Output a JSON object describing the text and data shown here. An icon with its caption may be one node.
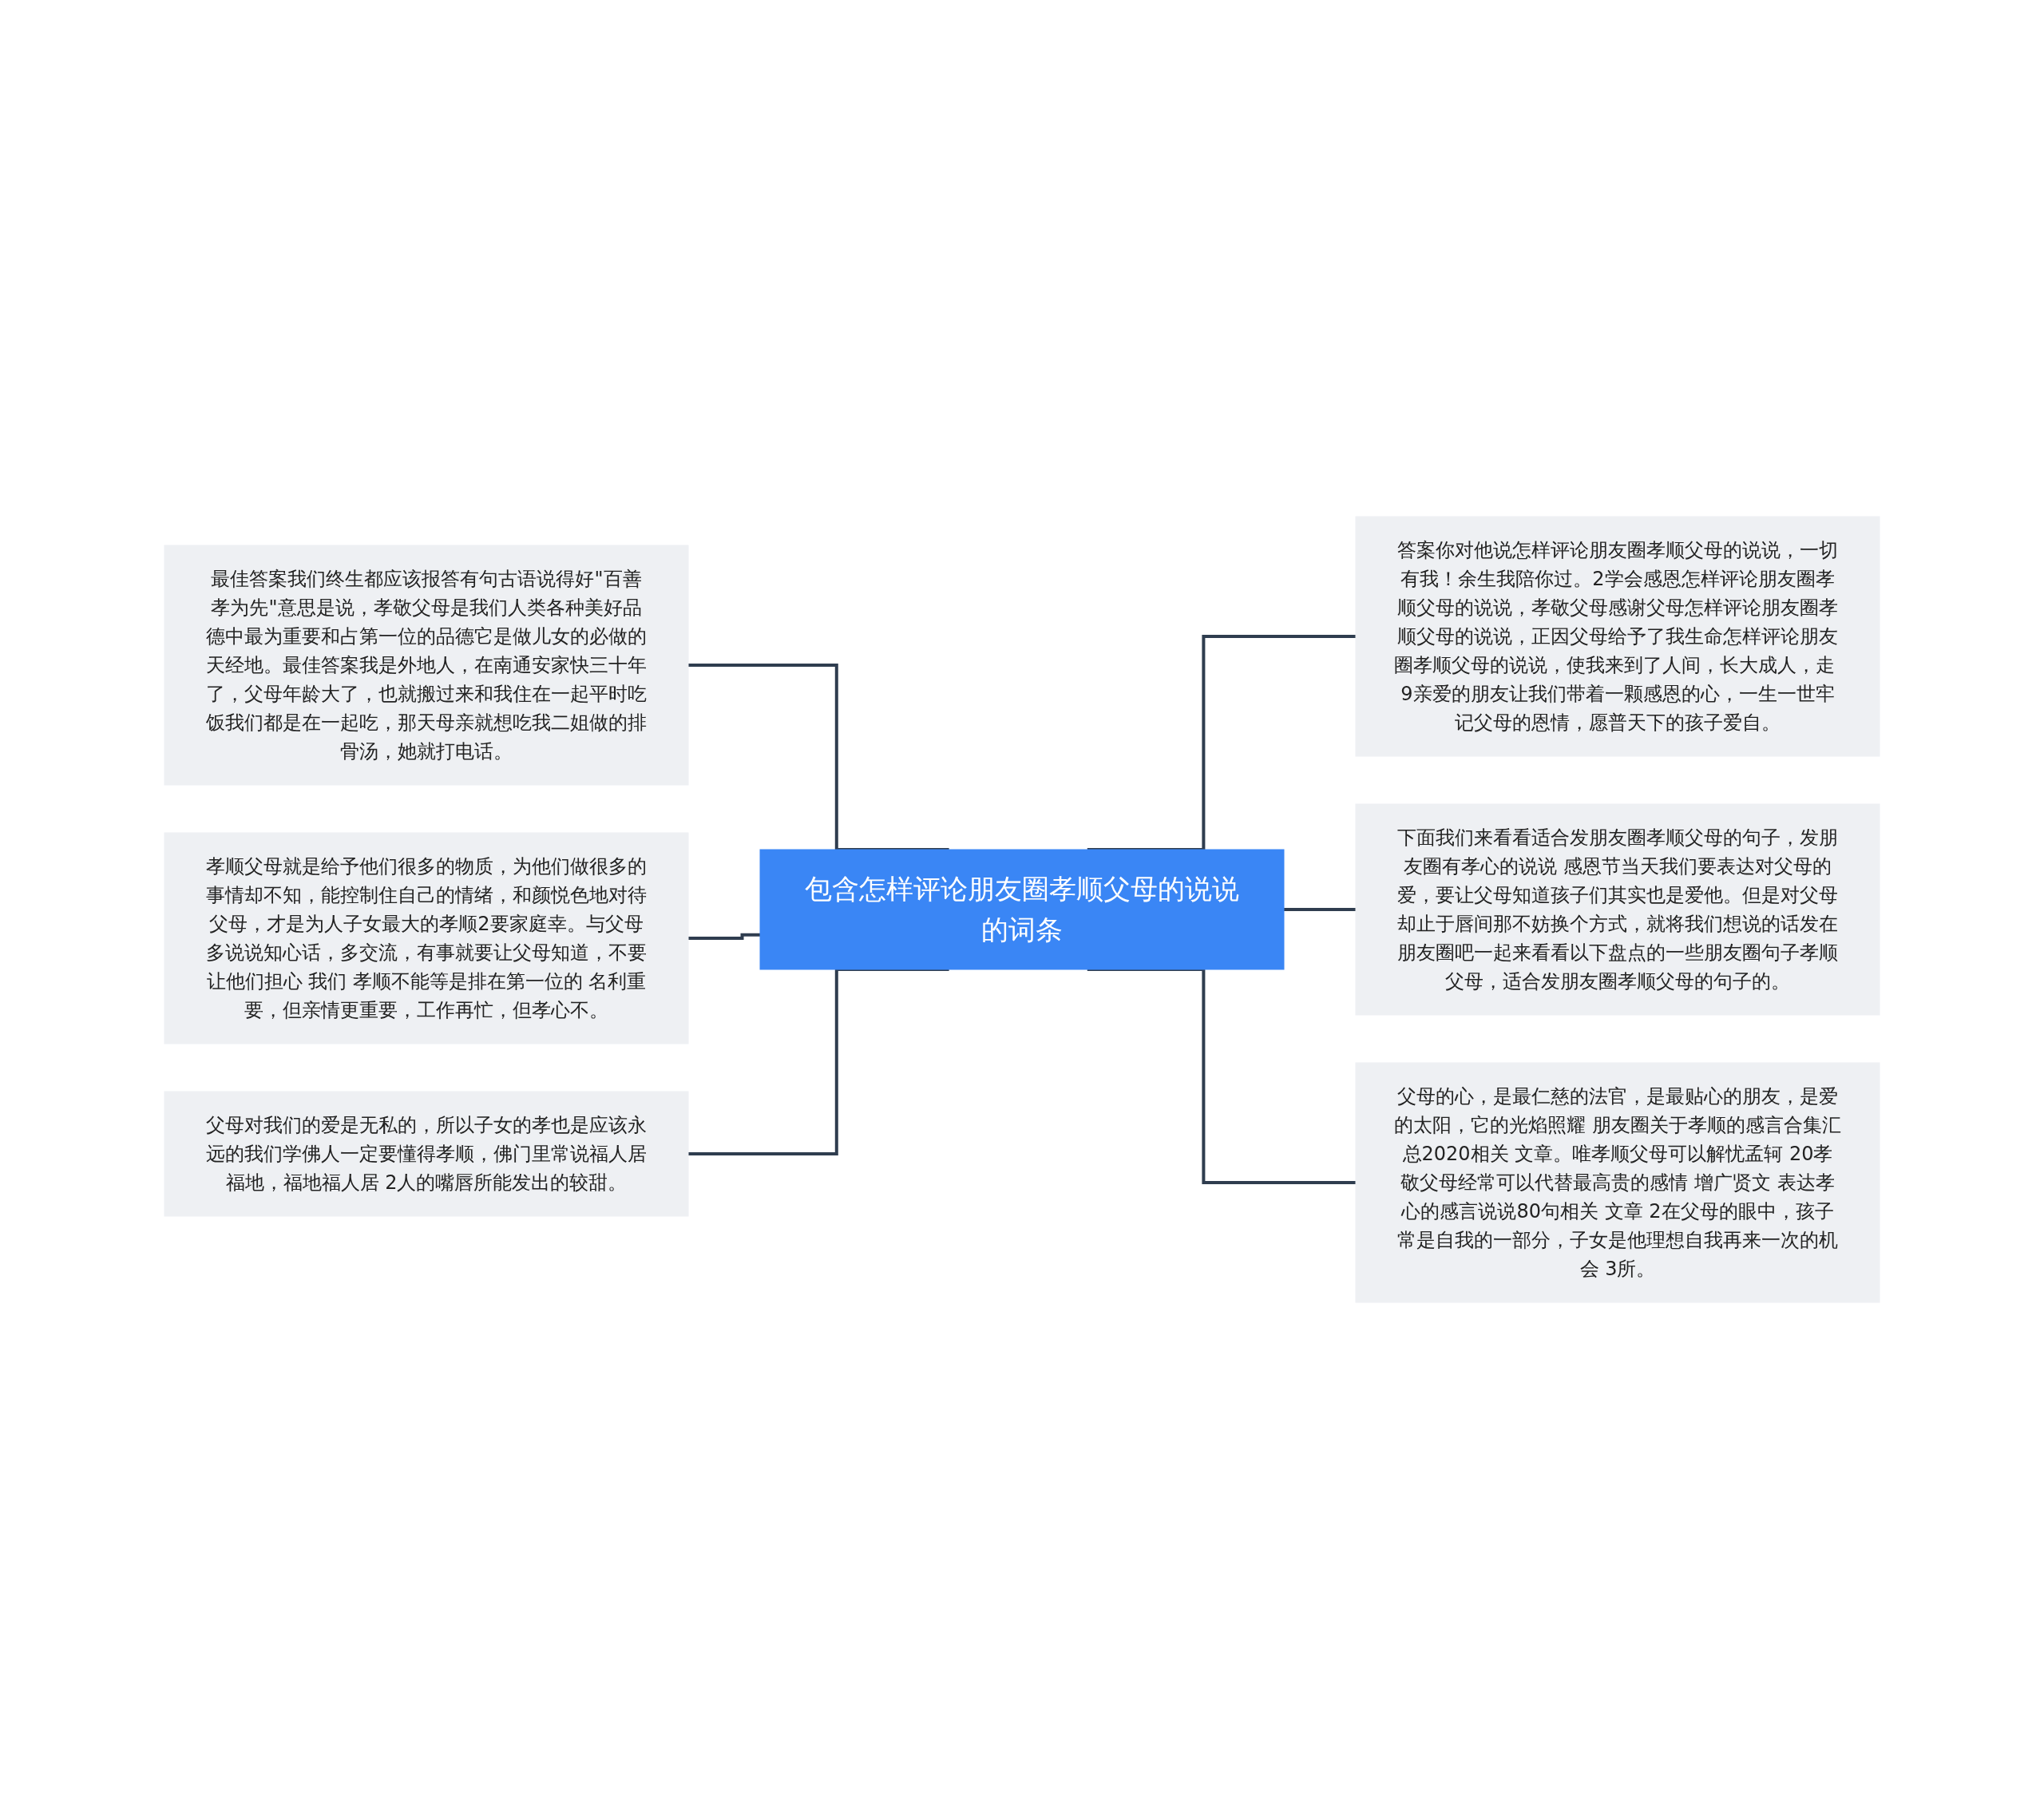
{
  "diagram": {
    "nodes": [
      {
        "text": [
          "包含怎样评论朋友圈孝顺父母的说说的词条"
        ]
      },
      {
        "text": [
          "最佳答案我们终生都应该报答有句古语说得好\"百善孝为先\"意思是说，孝敬父母是我们人类各种美好品德中最为重要和占第一位的品德它是做儿女的必做的天经地。最佳答案我是外地人，在南通安家快三十年了，父母年龄大了，也就搬过来和我住在一起平时吃饭我们都是在一起吃，那天母亲就想吃我二姐做的排骨汤，她就打电话。"
        ]
      },
      {
        "text": [
          "孝顺父母就是给予他们很多的物质，为他们做很多的事情却不知，能控制住自己的情绪，和颜悦色地对待父母，才是为人子女最大的孝顺2要家庭幸。与父母多说说知心话，多交流，有事就要让父母知道，不要让他们担心 我们 孝顺不能等是排在第一位的 名利重要，但亲情更重要，工作再忙，但孝心不。"
        ]
      },
      {
        "text": [
          "父母对我们的爱是无私的，所以子女的孝也是应该永远的我们学佛人一定要懂得孝顺，佛门里常说福人居福地，福地福人居 2人的嘴唇所能发出的较甜。"
        ]
      },
      {
        "text": [
          "答案你对他说怎样评论朋友圈孝顺父母的说说，一切有我！余生我陪你过。2学会感恩怎样评论朋友圈孝顺父母的说说，孝敬父母感谢父母怎样评论朋友圈孝顺父母的说说，正因父母给予了我生命怎样评论朋友圈孝顺父母的说说，使我来到了人间，长大成人，走 9亲爱的朋友让我们带着一颗感恩的心，一生一世牢记父母的恩情，愿普天下的孩子爱自。"
        ]
      },
      {
        "text": [
          "下面我们来看看适合发朋友圈孝顺父母的句子，发朋友圈有孝心的说说 感恩节当天我们要表达对父母的爱，要让父母知道孩子们其实也是爱他。但是对父母却止于唇间那不妨换个方式，就将我们想说的话发在朋友圈吧一起来看看以下盘点的一些朋友圈句子孝顺父母，适合发朋友圈孝顺父母的句子的。"
        ]
      },
      {
        "text": [
          "父母的心，是最仁慈的法官，是最贴心的朋友，是爱的太阳，它的光焰照耀 朋友圈关于孝顺的感言合集汇总2020相关 文章。唯孝顺父母可以解忧孟轲 20孝敬父母经常可以代替最高贵的感情 增广贤文 表达孝心的感言说说80句相关 文章 2在父母的眼中，孩子常是自我的一部分，子女是他理想自我再来一次的机会 3所。"
        ]
      }
    ],
    "edges": [
      {
        "from": 1,
        "to": 0,
        "arrow": "none"
      },
      {
        "from": 2,
        "to": 0,
        "arrow": "none"
      },
      {
        "from": 3,
        "to": 0,
        "arrow": "none"
      },
      {
        "from": 0,
        "to": 4,
        "arrow": "none"
      },
      {
        "from": 0,
        "to": 5,
        "arrow": "none"
      },
      {
        "from": 0,
        "to": 6,
        "arrow": "none"
      }
    ]
  }
}
